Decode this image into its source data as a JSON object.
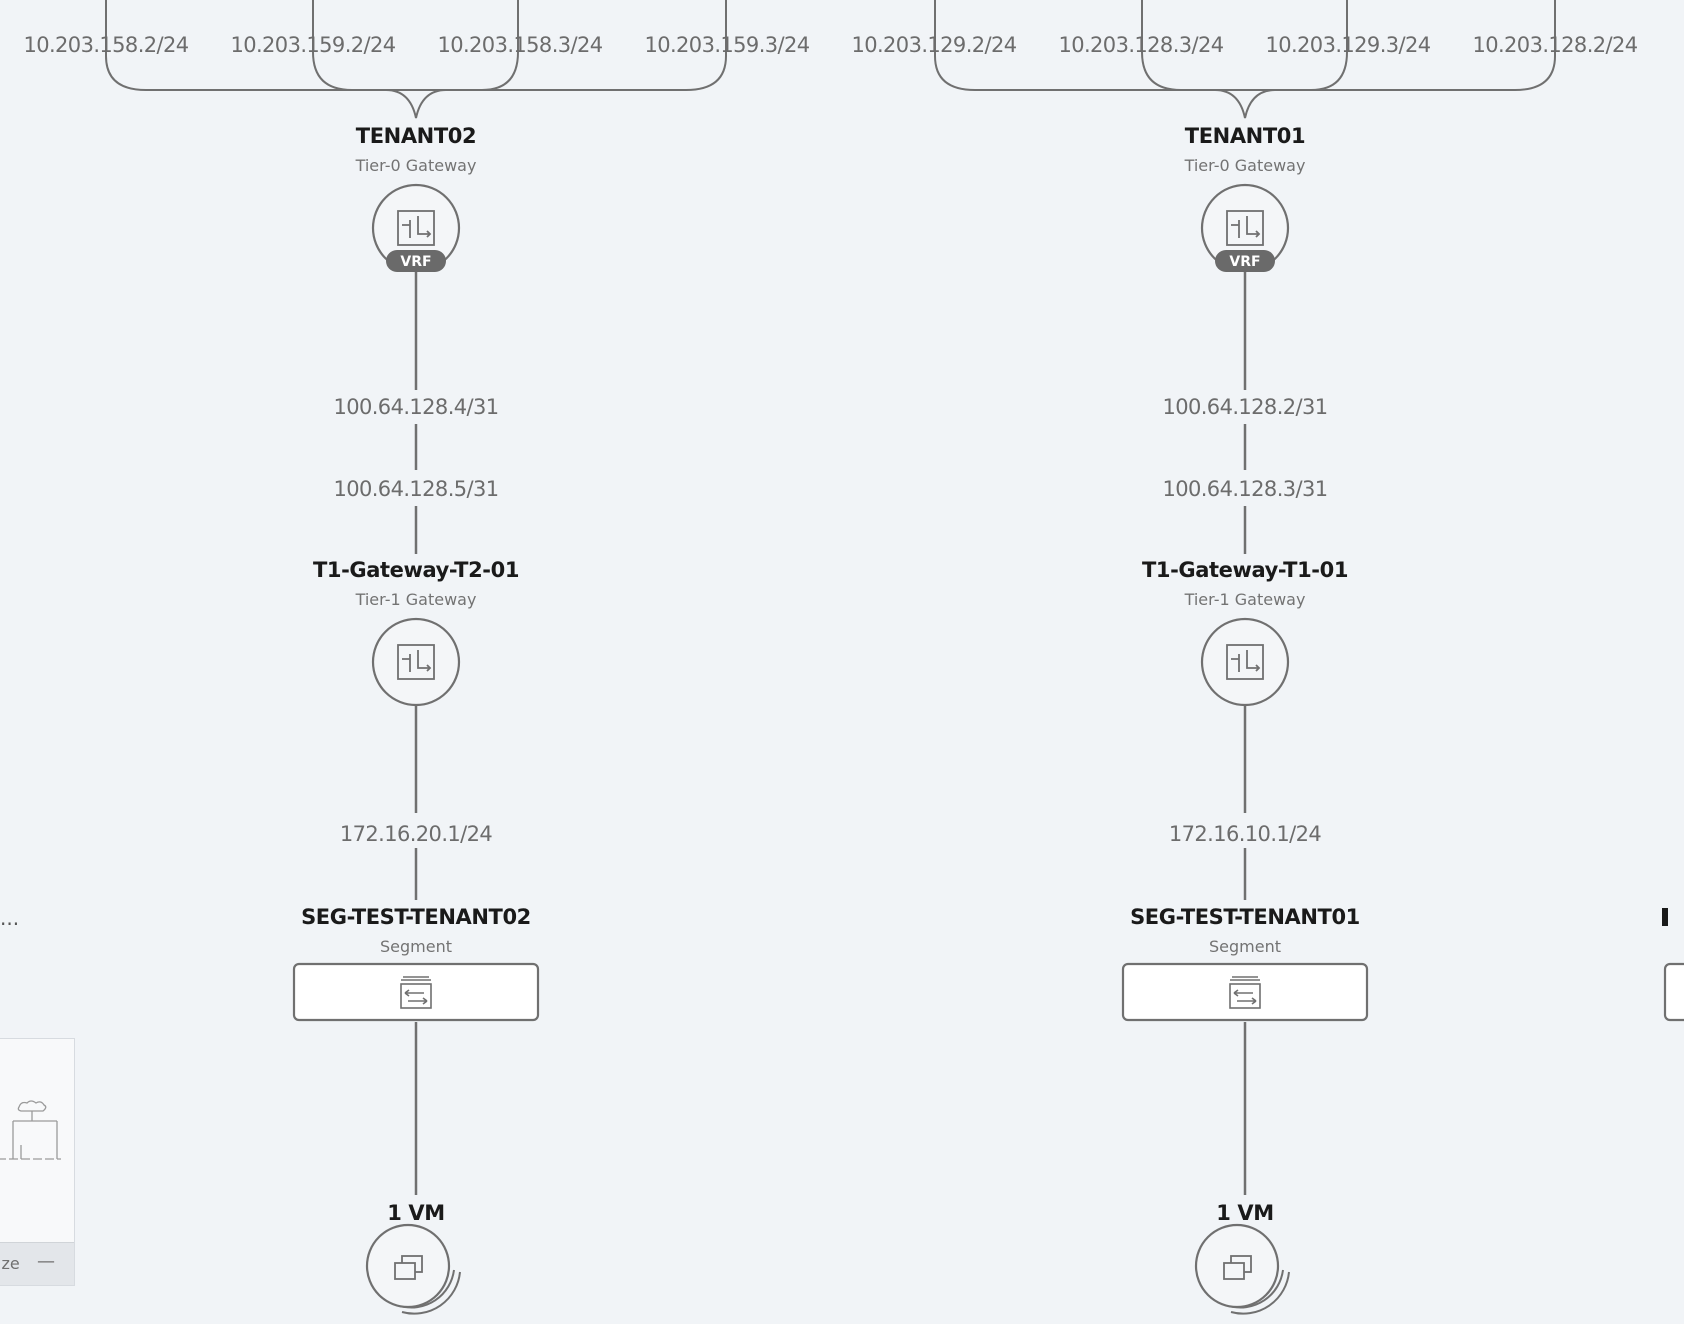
{
  "edge": {
    "left_ellipsis": "..."
  },
  "tenant02": {
    "uplinks": [
      "10.203.158.2/24",
      "10.203.159.2/24",
      "10.203.158.3/24",
      "10.203.159.3/24"
    ],
    "tier0": {
      "name": "TENANT02",
      "type": "Tier-0 Gateway",
      "badge": "VRF"
    },
    "t0_ip": "100.64.128.4/31",
    "t1_ip": "100.64.128.5/31",
    "tier1": {
      "name": "T1-Gateway-T2-01",
      "type": "Tier-1 Gateway"
    },
    "segment_ip": "172.16.20.1/24",
    "segment": {
      "name": "SEG-TEST-TENANT02",
      "type": "Segment"
    },
    "vms": {
      "label": "1 VM"
    }
  },
  "tenant01": {
    "uplinks": [
      "10.203.129.2/24",
      "10.203.128.3/24",
      "10.203.129.3/24",
      "10.203.128.2/24"
    ],
    "tier0": {
      "name": "TENANT01",
      "type": "Tier-0 Gateway",
      "badge": "VRF"
    },
    "t0_ip": "100.64.128.2/31",
    "t1_ip": "100.64.128.3/31",
    "tier1": {
      "name": "T1-Gateway-T1-01",
      "type": "Tier-1 Gateway"
    },
    "segment_ip": "172.16.10.1/24",
    "segment": {
      "name": "SEG-TEST-TENANT01",
      "type": "Segment"
    },
    "vms": {
      "label": "1 VM"
    }
  },
  "minimap": {
    "label": "ize",
    "toggle": "—"
  },
  "icons": {
    "gateway": "router-icon",
    "segment": "switch-icon",
    "vm": "vm-stack-icon",
    "minimize": "minimize-icon"
  },
  "colors": {
    "background": "#f1f4f7",
    "line": "#6f6f6f",
    "badge": "#6a6a6a",
    "label": "#6c6c6c"
  }
}
